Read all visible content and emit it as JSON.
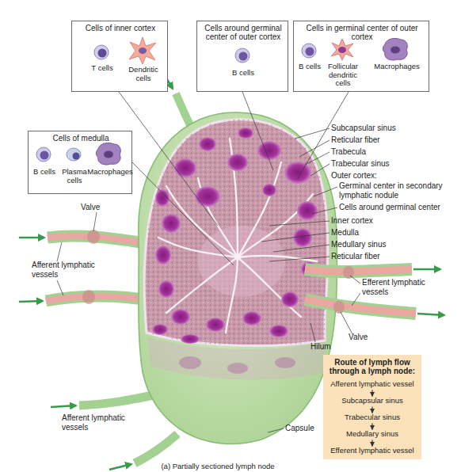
{
  "diagram": {
    "caption": "(a) Partially sectioned lymph node",
    "nodes": [
      {
        "text": [
          "Cells of inner cortex",
          "T cells",
          "Dendritic cells"
        ]
      },
      {
        "text": [
          "Cells around germinal center of outer cortex",
          "B cells"
        ]
      },
      {
        "text": [
          "Cells in germinal center of outer cortex",
          "B cells",
          "Follicular dendritic cells",
          "Macrophages"
        ]
      },
      {
        "text": [
          "Cells of medulla",
          "B cells",
          "Plasma cells",
          "Macrophages"
        ]
      },
      {
        "text": [
          "Route of lymph flow through a lymph node:"
        ]
      },
      {
        "text": [
          "Afferent lymphatic vessel"
        ],
        "in": 4
      },
      {
        "text": [
          "Subcapsular sinus"
        ],
        "in": 4
      },
      {
        "text": [
          "Trabecular sinus"
        ],
        "in": 4
      },
      {
        "text": [
          "Medullary sinus"
        ],
        "in": 4
      },
      {
        "text": [
          "Efferent lymphatic vessel"
        ],
        "in": 4
      }
    ],
    "edges": [
      {
        "from": 5,
        "to": 6,
        "arrow": "to"
      },
      {
        "from": 6,
        "to": 7,
        "arrow": "to"
      },
      {
        "from": 7,
        "to": 8,
        "arrow": "to"
      },
      {
        "from": 8,
        "to": 9,
        "arrow": "to"
      }
    ],
    "labels": [
      "Subcapsular sinus",
      "Reticular fiber",
      "Trabecula",
      "Trabecular sinus",
      "Outer cortex:",
      "Germinal center in secondary lymphatic nodule",
      "Cells around germinal center",
      "Valve",
      "Inner cortex",
      "Medulla",
      "Medullary sinus",
      "Reticular fiber",
      "Afferent lymphatic vessels",
      "Efferent lymphatic vessels",
      "Valve",
      "Hilum",
      "Afferent lymphatic vessels",
      "Capsule"
    ]
  }
}
